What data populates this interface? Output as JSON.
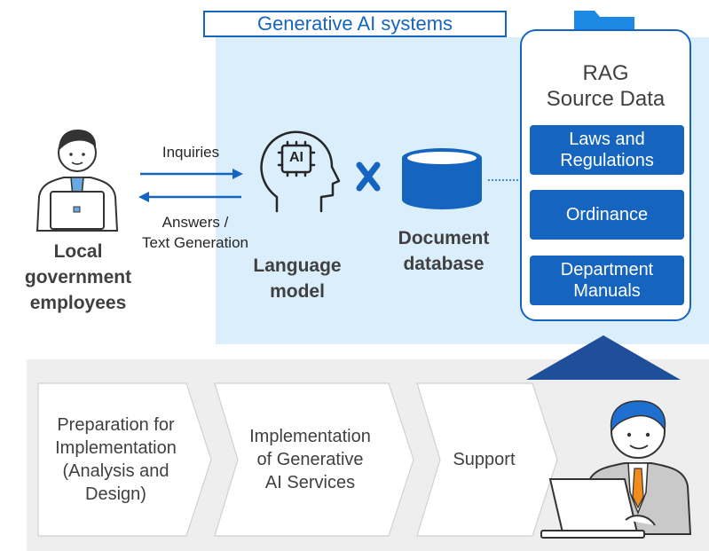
{
  "title": "Generative AI systems",
  "users": {
    "label_line1": "Local",
    "label_line2": "government",
    "label_line3": "employees"
  },
  "flows": {
    "inquiries": "Inquiries",
    "answers_line1": "Answers /",
    "answers_line2": "Text Generation"
  },
  "model": {
    "line1": "Language",
    "line2": "model",
    "chip_text": "AI"
  },
  "database": {
    "line1": "Document",
    "line2": "database"
  },
  "rag": {
    "title_line1": "RAG",
    "title_line2": "Source Data",
    "items": [
      {
        "line1": "Laws and",
        "line2": "Regulations"
      },
      {
        "line1": "Ordinance",
        "line2": ""
      },
      {
        "line1": "Department",
        "line2": "Manuals"
      }
    ]
  },
  "steps": [
    {
      "lines": [
        "Preparation for",
        "Implementation",
        "(Analysis and",
        "Design)"
      ]
    },
    {
      "lines": [
        "Implementation",
        "of Generative",
        "AI Services"
      ]
    },
    {
      "lines": [
        "Support"
      ]
    }
  ],
  "colors": {
    "accent": "#1565c0",
    "panel": "#dbeefb",
    "gray_panel": "#eeeeee"
  }
}
